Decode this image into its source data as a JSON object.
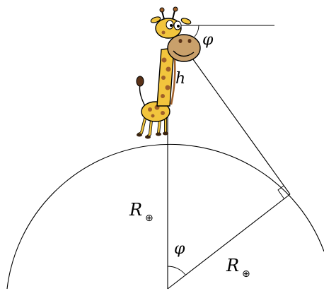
{
  "labels": {
    "height": "h",
    "radius_vertical": "R",
    "radius_diagonal": "R",
    "subscript_symbol": "⊕",
    "angle_center": "φ",
    "angle_top": "φ"
  },
  "figure": {
    "character": "giraffe",
    "colors": {
      "giraffe_body": "#f2c53d",
      "giraffe_spots": "#a0602a",
      "giraffe_snout": "#c9a06b",
      "outline": "#000000"
    }
  }
}
